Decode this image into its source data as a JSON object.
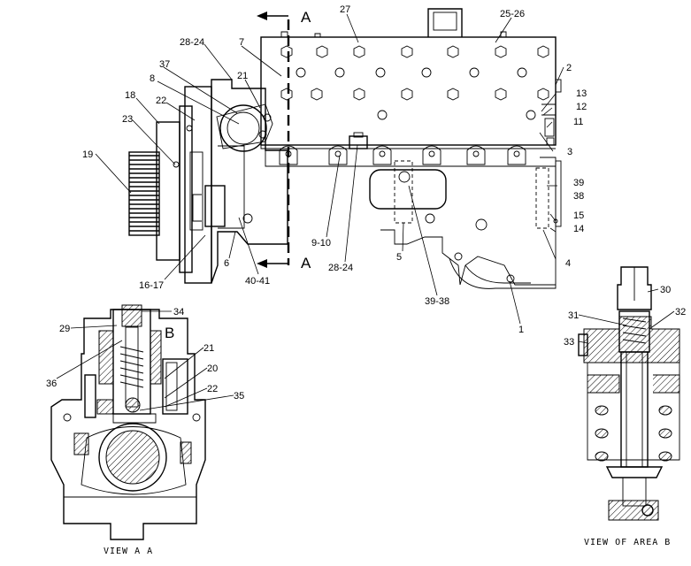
{
  "section_marks": {
    "top": "A",
    "bottom": "A",
    "area": "B"
  },
  "captions": {
    "view_aa": "VIEW A A",
    "view_b": "VIEW OF AREA B"
  },
  "callouts": {
    "c27": "27",
    "c25_26": "25-26",
    "c7": "7",
    "c28_24_top": "28-24",
    "c2": "2",
    "c37": "37",
    "c21_top": "21",
    "c8": "8",
    "c18": "18",
    "c22_top": "22",
    "c13": "13",
    "c12": "12",
    "c11": "11",
    "c23": "23",
    "c3": "3",
    "c19": "19",
    "c39_top": "39",
    "c38_top": "38",
    "c15": "15",
    "c14": "14",
    "c9_10": "9-10",
    "c28_24_bottom": "28-24",
    "c5": "5",
    "c4": "4",
    "c6": "6",
    "c16_17": "16-17",
    "c40_41": "40-41",
    "c39_38": "39-38",
    "c1": "1",
    "c29": "29",
    "c34": "34",
    "c36": "36",
    "c21_aa": "21",
    "c20": "20",
    "c22_aa": "22",
    "c35": "35",
    "c30": "30",
    "c31": "31",
    "c32": "32",
    "c33": "33"
  }
}
